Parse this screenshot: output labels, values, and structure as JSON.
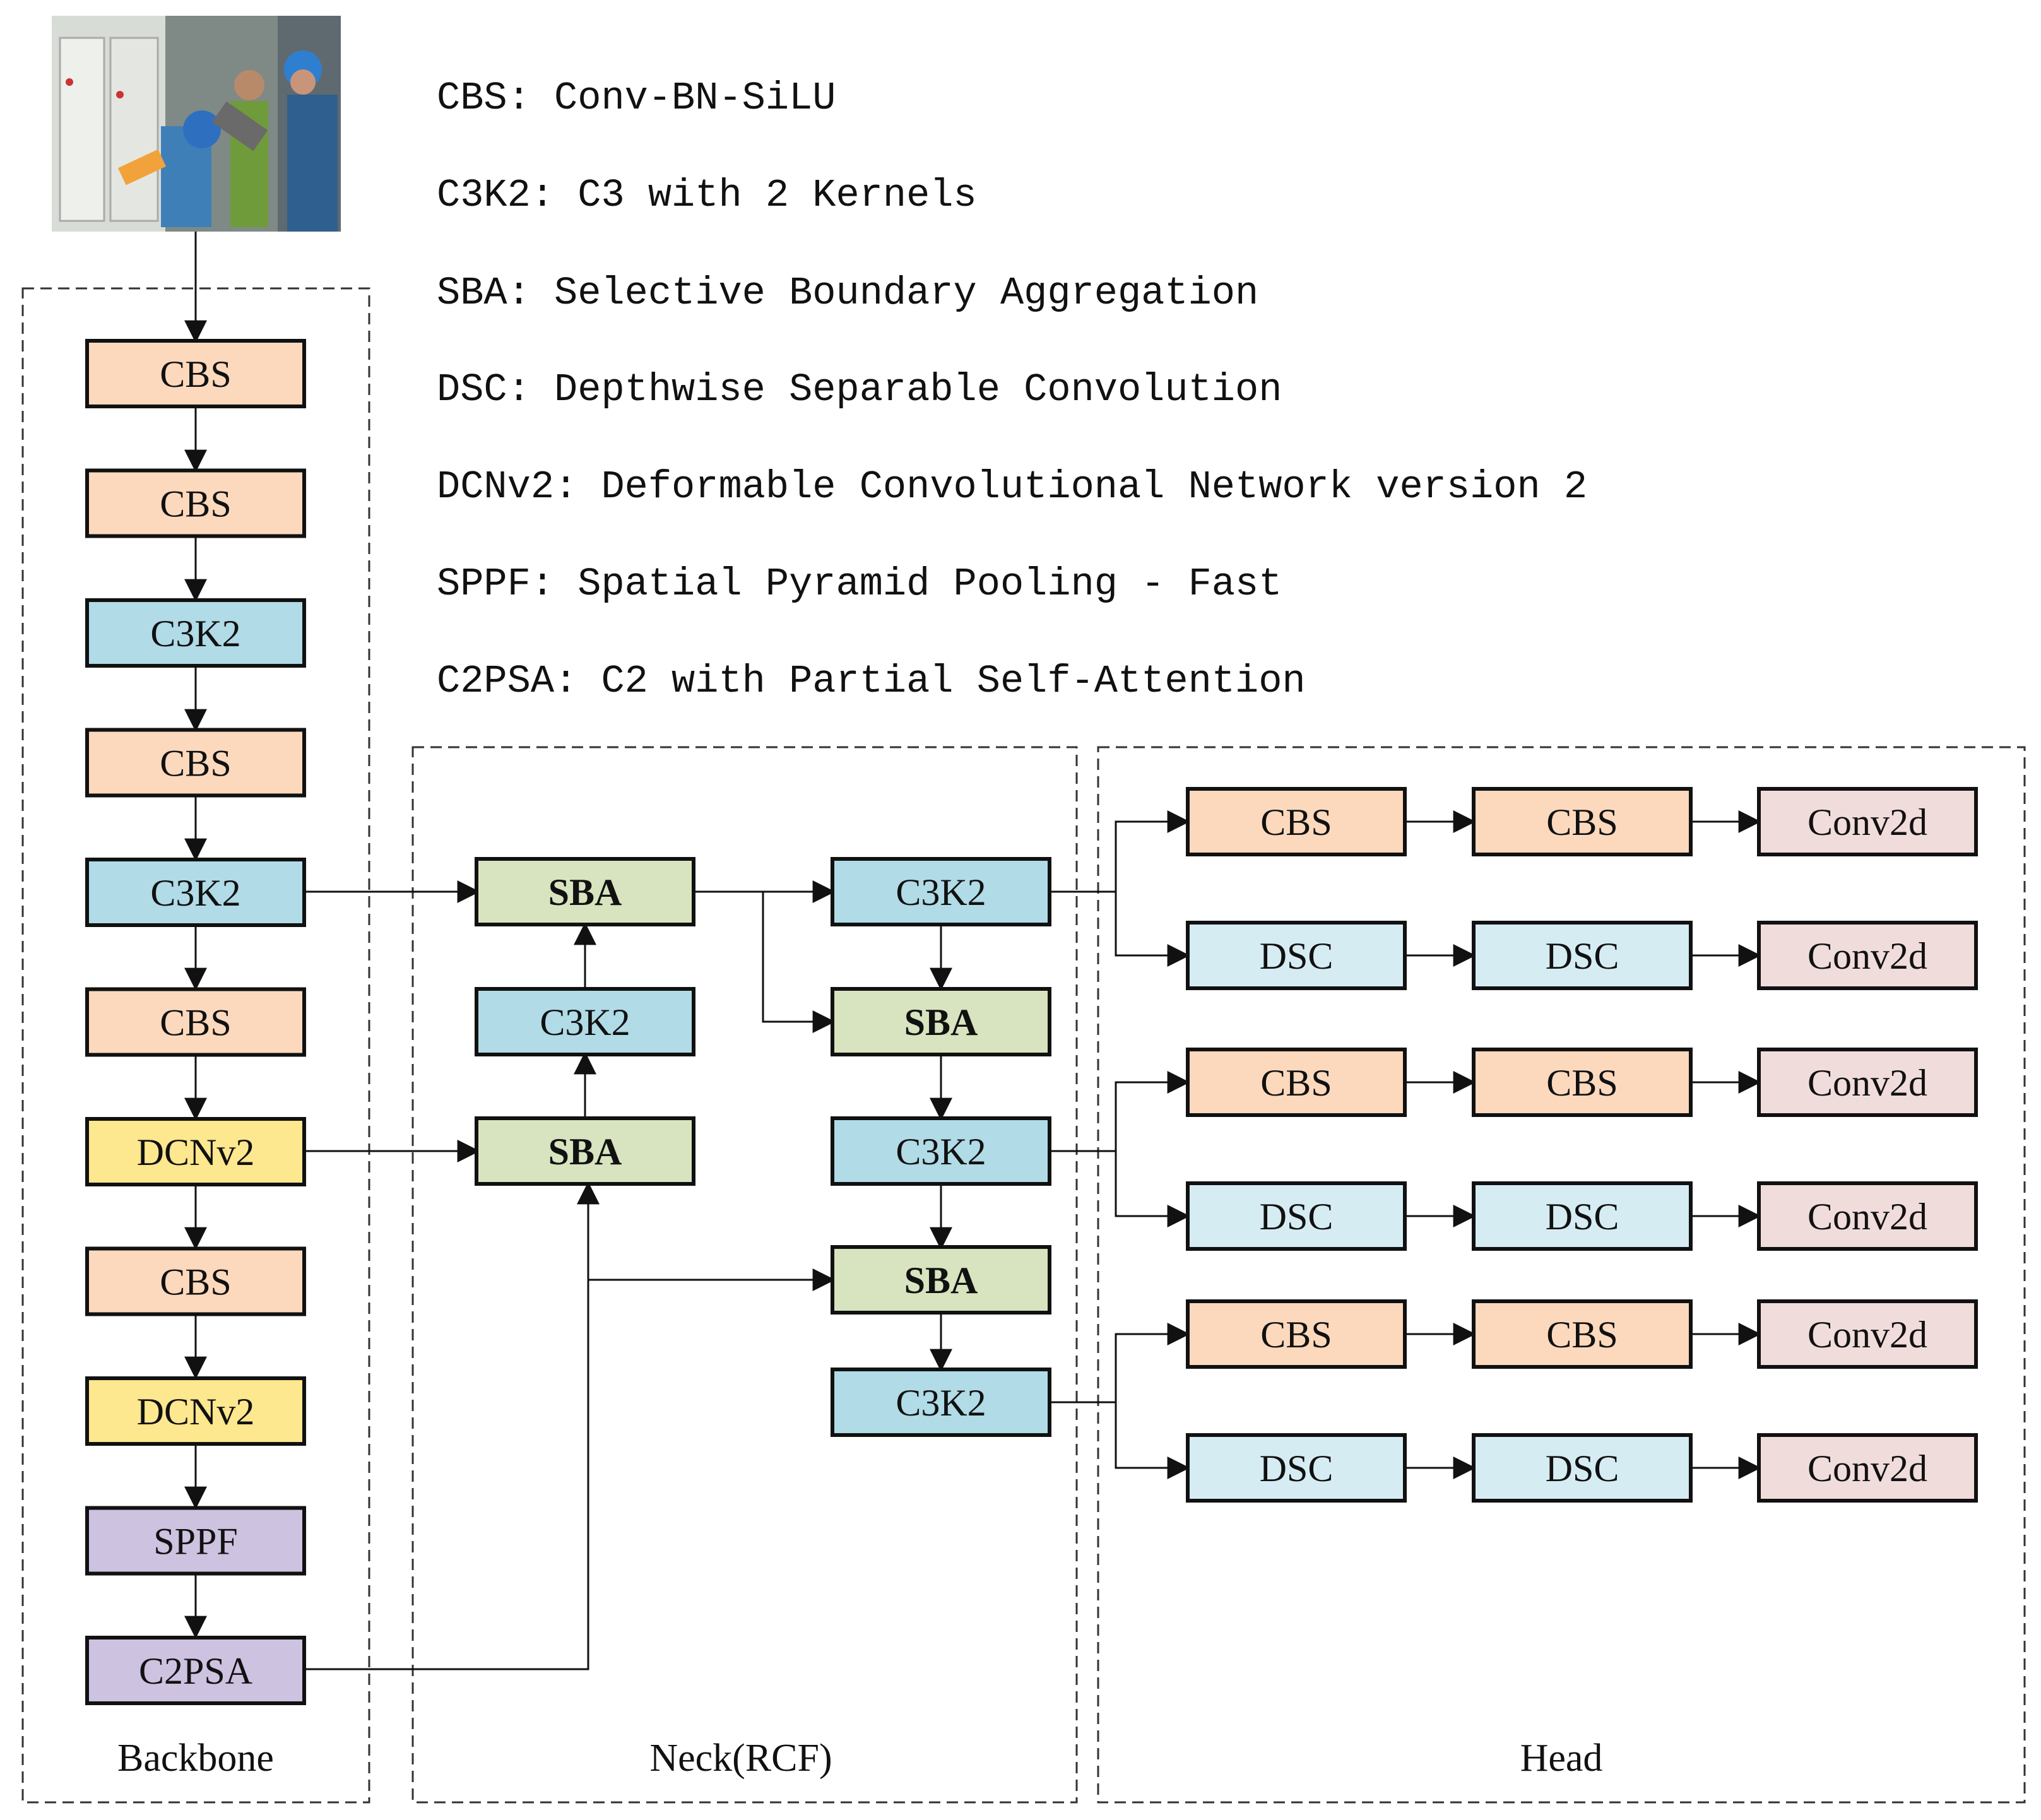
{
  "colors": {
    "cbs": "#fcd9bd",
    "c3k2": "#b0dbe7",
    "dcnv2": "#fde78f",
    "sppf": "#cdc2e0",
    "sba": "#d7e4bf",
    "dsc": "#d6ecf3",
    "conv2d": "#f1dcdc",
    "border": "#111111"
  },
  "legend": [
    "CBS: Conv-BN-SiLU",
    "C3K2: C3 with 2 Kernels",
    "SBA: Selective Boundary Aggregation",
    "DSC: Depthwise Separable Convolution",
    "DCNv2: Deformable Convolutional Network version 2",
    "SPPF: Spatial Pyramid Pooling - Fast",
    "C2PSA: C2 with Partial Self-Attention"
  ],
  "sections": {
    "backbone": "Backbone",
    "neck": "Neck(RCF)",
    "head": "Head"
  },
  "input_image": {
    "subject": "workers-in-substation-photo"
  },
  "backbone": [
    "CBS",
    "CBS",
    "C3K2",
    "CBS",
    "C3K2",
    "CBS",
    "DCNv2",
    "CBS",
    "DCNv2",
    "SPPF",
    "C2PSA"
  ],
  "neck": {
    "left_column": [
      "SBA",
      "C3K2",
      "SBA"
    ],
    "right_column": [
      "C3K2",
      "SBA",
      "C3K2",
      "SBA",
      "C3K2"
    ]
  },
  "head": {
    "rows": [
      [
        "CBS",
        "CBS",
        "Conv2d"
      ],
      [
        "DSC",
        "DSC",
        "Conv2d"
      ],
      [
        "CBS",
        "CBS",
        "Conv2d"
      ],
      [
        "DSC",
        "DSC",
        "Conv2d"
      ],
      [
        "CBS",
        "CBS",
        "Conv2d"
      ],
      [
        "DSC",
        "DSC",
        "Conv2d"
      ]
    ]
  }
}
